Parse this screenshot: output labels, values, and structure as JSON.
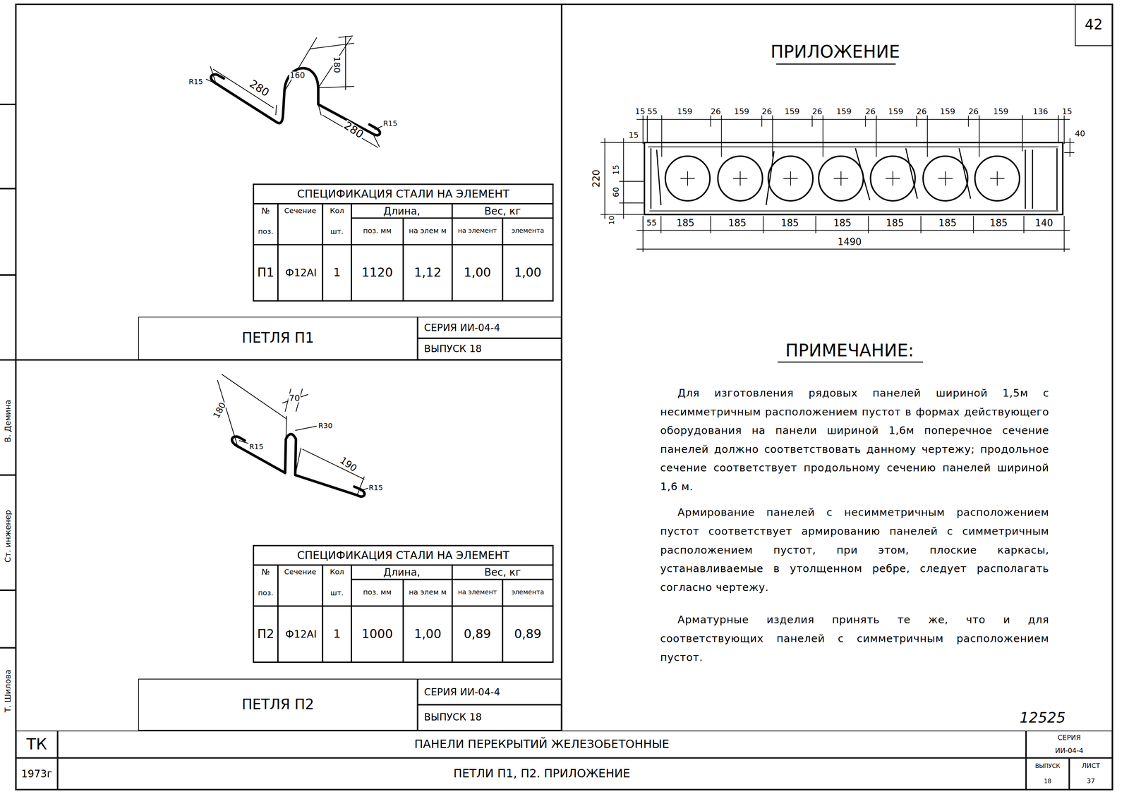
{
  "diagram": {
    "nodes": [
      {
        "text": [
          "ПЕТЛЯ П1"
        ]
      },
      {
        "text": [
          "СЕРИЯ ИИ-04-4",
          "ВЫПУСК 18"
        ]
      },
      {
        "text": [
          "ПЕТЛЯ П2"
        ]
      },
      {
        "text": [
          "СЕРИЯ ИИ-04-4",
          "ВЫПУСК 18"
        ]
      },
      {
        "text": [
          "42"
        ]
      },
      {
        "text": [
          "ТК"
        ]
      },
      {
        "text": [
          "1973г"
        ]
      },
      {
        "text": [
          "ПАНЕЛИ ПЕРЕКРЫТИЙ ЖЕЛЕЗОБЕТОННЫЕ"
        ]
      },
      {
        "text": [
          "ПЕТЛИ П1, П2. ПРИЛОЖЕНИЕ"
        ]
      },
      {
        "text": [
          "СЕРИЯ",
          "ИИ-04-4"
        ]
      },
      {
        "text": [
          "ВЫПУСК",
          "18"
        ]
      },
      {
        "text": [
          "ЛИСТ",
          "37"
        ]
      }
    ],
    "labels": [
      "R15",
      "280",
      "160",
      "180",
      "280",
      "R15",
      "СПЕЦИФИКАЦИЯ СТАЛИ НА ЭЛЕМЕНТ",
      "№",
      "Сечение",
      "Кол",
      "Длина,",
      "Вес, кг",
      "поз.",
      "шт.",
      "поз. мм",
      "на элем м",
      "на элемент",
      "элемента",
      "П1",
      "Ф12АI",
      "1",
      "1120",
      "1,12",
      "1,00",
      "1,00",
      "180",
      "70",
      "R30",
      "R15",
      "190",
      "R15",
      "СПЕЦИФИКАЦИЯ СТАЛИ НА ЭЛЕМЕНТ",
      "№",
      "Сечение",
      "Кол",
      "Длина,",
      "Вес, кг",
      "поз.",
      "шт.",
      "поз. мм",
      "на элем м",
      "на элемент",
      "элемента",
      "П2",
      "Ф12АI",
      "1",
      "1000",
      "1,00",
      "0,89",
      "0,89",
      "ПРИЛОЖЕНИЕ",
      "15",
      "55",
      "159",
      "26",
      "159",
      "26",
      "159",
      "26",
      "159",
      "26",
      "159",
      "26",
      "159",
      "26",
      "159",
      "136",
      "15",
      "40",
      "15",
      "220",
      "15",
      "60",
      "10",
      "55",
      "185",
      "185",
      "185",
      "185",
      "185",
      "185",
      "185",
      "140",
      "1490",
      "ПРИМЕЧАНИЕ:",
      "Для изготовления рядовых панелей шириной 1,5м с несимметричным расположением пустот в формах действующего оборудования на панели шириной 1,6м поперечное сечение панелей должно соответствовать данному чертежу; продольное сечение соответствует продольному сечению панелей шириной 1,6 м.",
      "Армирование панелей с несимметричным расположением пустот соответствует армированию панелей с симметричным расположением пустот, при этом, плоские каркасы, устанавливаемые в утолщенном ребре, следует располагать согласно чертежу.",
      "Арматурные изделия принять те же, что и для соответствующих панелей с симметричным расположением пустот.",
      "12525",
      "Ст. инженер",
      "В. Демина",
      "Т. Шилова"
    ]
  }
}
